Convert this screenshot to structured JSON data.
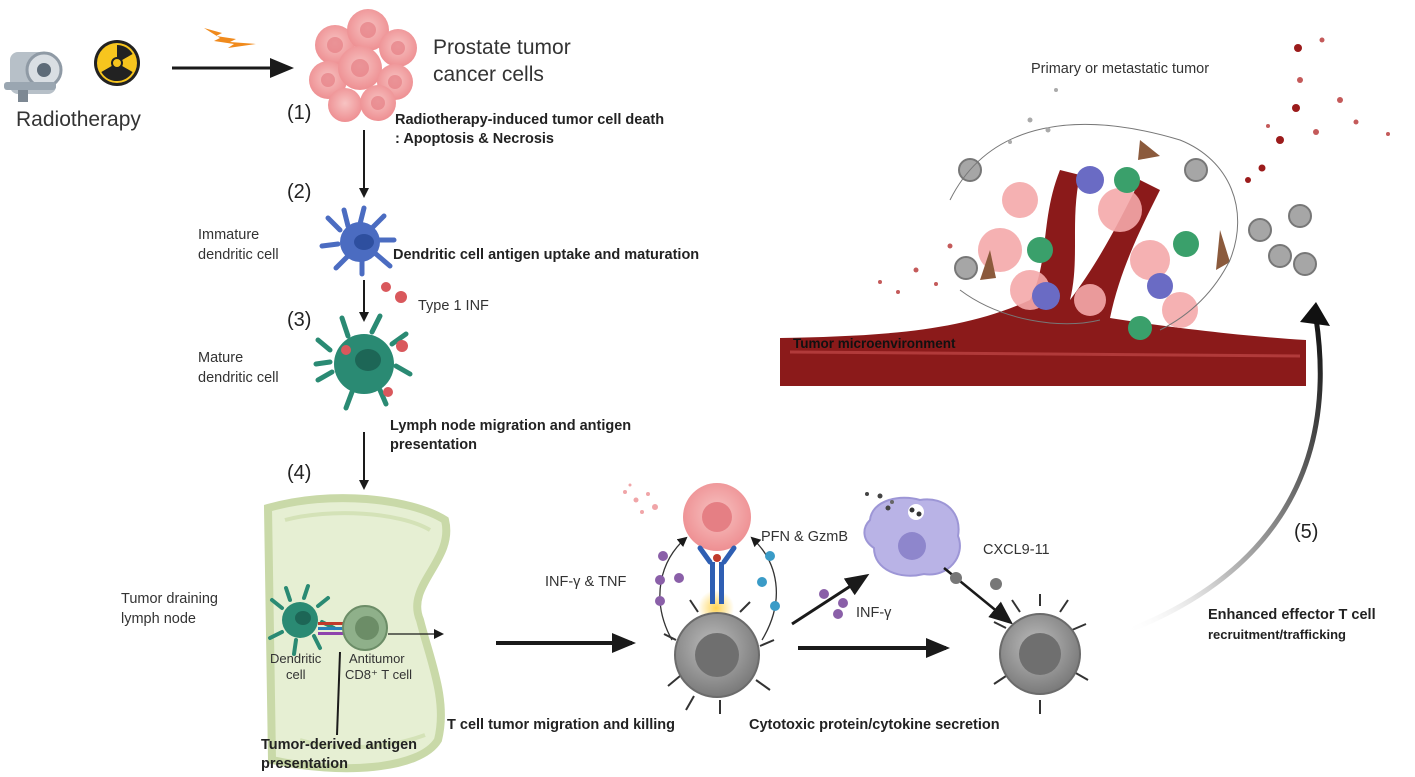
{
  "top": {
    "radiotherapy_label": "Radiotherapy",
    "tumor_title_line1": "Prostate tumor",
    "tumor_title_line2": "cancer cells"
  },
  "steps": {
    "s1": "(1)",
    "s2": "(2)",
    "s3": "(3)",
    "s4": "(4)",
    "s5": "(5)"
  },
  "labels": {
    "death_line1": "Radiotherapy-induced tumor cell death",
    "death_line2": ": Apoptosis & Necrosis",
    "immature_line1": "Immature",
    "immature_line2": "dendritic cell",
    "uptake": "Dendritic cell antigen uptake and maturation",
    "type1_inf": "Type 1 INF",
    "mature_line1": "Mature",
    "mature_line2": "dendritic cell",
    "lymph_line1": "Lymph node migration and antigen",
    "lymph_line2": "presentation",
    "draining_line1": "Tumor draining",
    "draining_line2": "lymph node",
    "dendritic_line1": "Dendritic",
    "dendritic_line2": "cell",
    "antitumor_line1": "Antitumor",
    "antitumor_line2": "CD8⁺ T cell",
    "tda_line1": "Tumor-derived antigen",
    "tda_line2": "presentation",
    "inf_tnf": "INF-γ & TNF",
    "pfn": "PFN & GzmB",
    "inf_g": "INF-γ",
    "cxcl": "CXCL9-11",
    "tcell_migration": "T cell tumor migration and killing",
    "cytotoxic": "Cytotoxic protein/cytokine secretion",
    "enhanced_line1": "Enhanced effector T cell",
    "enhanced_line2": "recruitment/trafficking",
    "primary_tumor": "Primary or metastatic tumor",
    "tme": "Tumor microenvironment"
  },
  "colors": {
    "tumor_pink": "#f4a9aa",
    "dendritic_blue": "#4b6cc1",
    "dendritic_green": "#2a8a73",
    "tcell_gray": "#8c8c8c",
    "vessel_red": "#8b1a1a",
    "lymph_green": "#e6efd3",
    "macrophage_purple": "#b9b3e6",
    "arrow_black": "#1a1a1a",
    "lightning_orange": "#f08a1c"
  },
  "icons": [
    "ct-scanner-icon",
    "radiation-icon",
    "lightning-icon"
  ]
}
